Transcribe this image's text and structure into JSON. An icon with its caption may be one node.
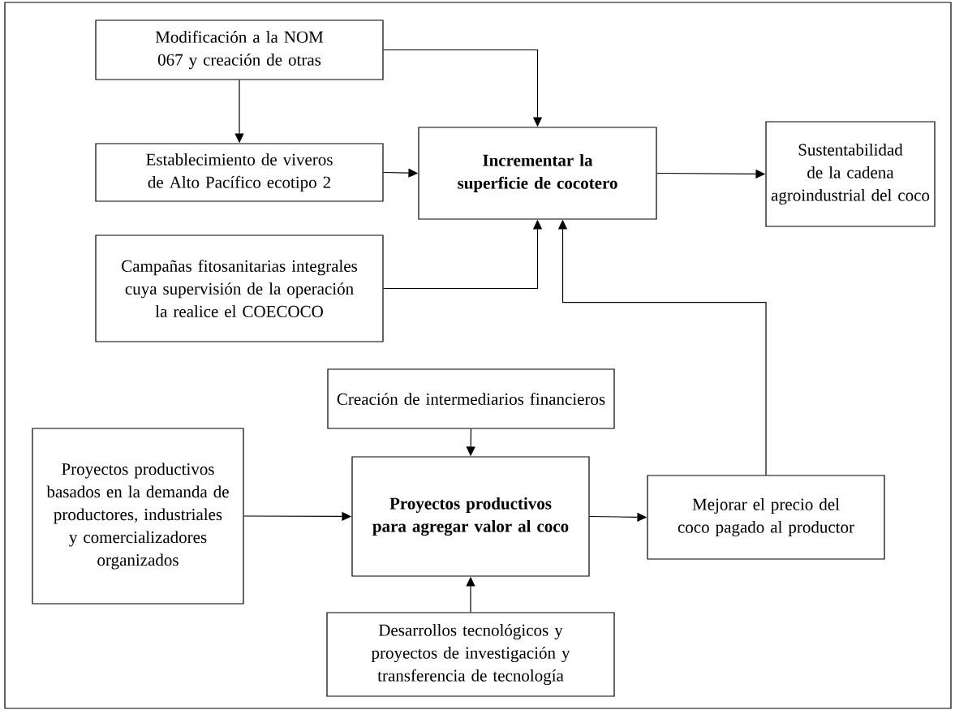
{
  "diagram": {
    "nodes": [
      {
        "text": [
          "Modificación a la NOM 067 y creación de otras"
        ]
      },
      {
        "text": [
          "Establecimiento de viveros de Alto Pacífico ecotipo 2"
        ]
      },
      {
        "text": [
          "Incrementar la superficie de cocotero"
        ]
      },
      {
        "text": [
          "Sustentabilidad de la cadena agroindustrial del coco"
        ]
      },
      {
        "text": [
          "Campañas fitosanitarias integrales cuya supervisión de la operación la realice el COECOCO"
        ]
      },
      {
        "text": [
          "Creación de intermediarios financieros"
        ]
      },
      {
        "text": [
          "Proyectos productivos basados en la demanda de productores, industriales y comercializadores organizados"
        ]
      },
      {
        "text": [
          "Proyectos productivos para agregar valor al coco"
        ]
      },
      {
        "text": [
          "Mejorar el precio del coco pagado al productor"
        ]
      },
      {
        "text": [
          "Desarrollos tecnológicos y proyectos de investigación y transferencia de tecnología"
        ]
      }
    ],
    "edges": [
      {
        "from": 0,
        "to": 2,
        "arrow": "to"
      },
      {
        "from": 0,
        "to": 1,
        "arrow": "to"
      },
      {
        "from": 1,
        "to": 2,
        "arrow": "to"
      },
      {
        "from": 2,
        "to": 3,
        "arrow": "to"
      },
      {
        "from": 4,
        "to": 2,
        "arrow": "to"
      },
      {
        "from": 8,
        "to": 2,
        "arrow": "to"
      },
      {
        "from": 5,
        "to": 7,
        "arrow": "to"
      },
      {
        "from": 6,
        "to": 7,
        "arrow": "to"
      },
      {
        "from": 7,
        "to": 8,
        "arrow": "to"
      },
      {
        "from": 9,
        "to": 7,
        "arrow": "to"
      }
    ]
  }
}
